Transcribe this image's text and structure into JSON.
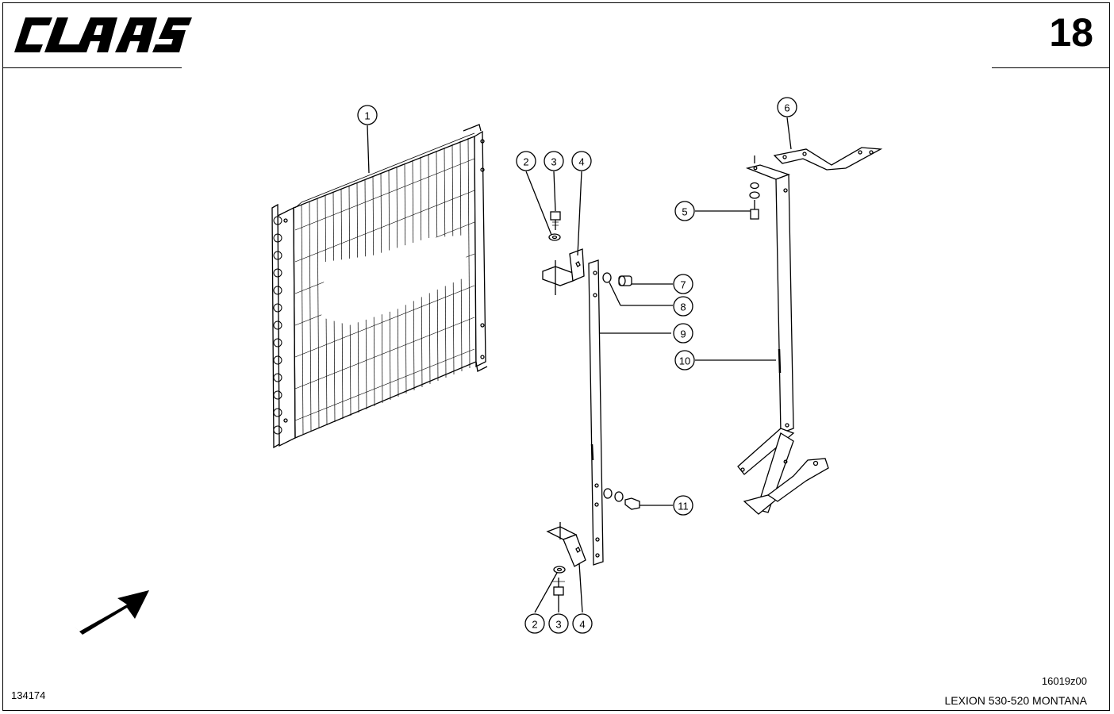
{
  "header": {
    "brand": "CLAAS",
    "page_number": "18"
  },
  "footer": {
    "document_id": "134174",
    "drawing_code": "16019z00",
    "model": "LEXION 530-520 MONTANA"
  },
  "callouts": [
    {
      "id": "1"
    },
    {
      "id": "2"
    },
    {
      "id": "3"
    },
    {
      "id": "4"
    },
    {
      "id": "5"
    },
    {
      "id": "6"
    },
    {
      "id": "7"
    },
    {
      "id": "8"
    },
    {
      "id": "9"
    },
    {
      "id": "10"
    },
    {
      "id": "11"
    },
    {
      "id": "2"
    },
    {
      "id": "3"
    },
    {
      "id": "4"
    }
  ],
  "icons": {
    "direction": "direction-arrow-icon"
  }
}
